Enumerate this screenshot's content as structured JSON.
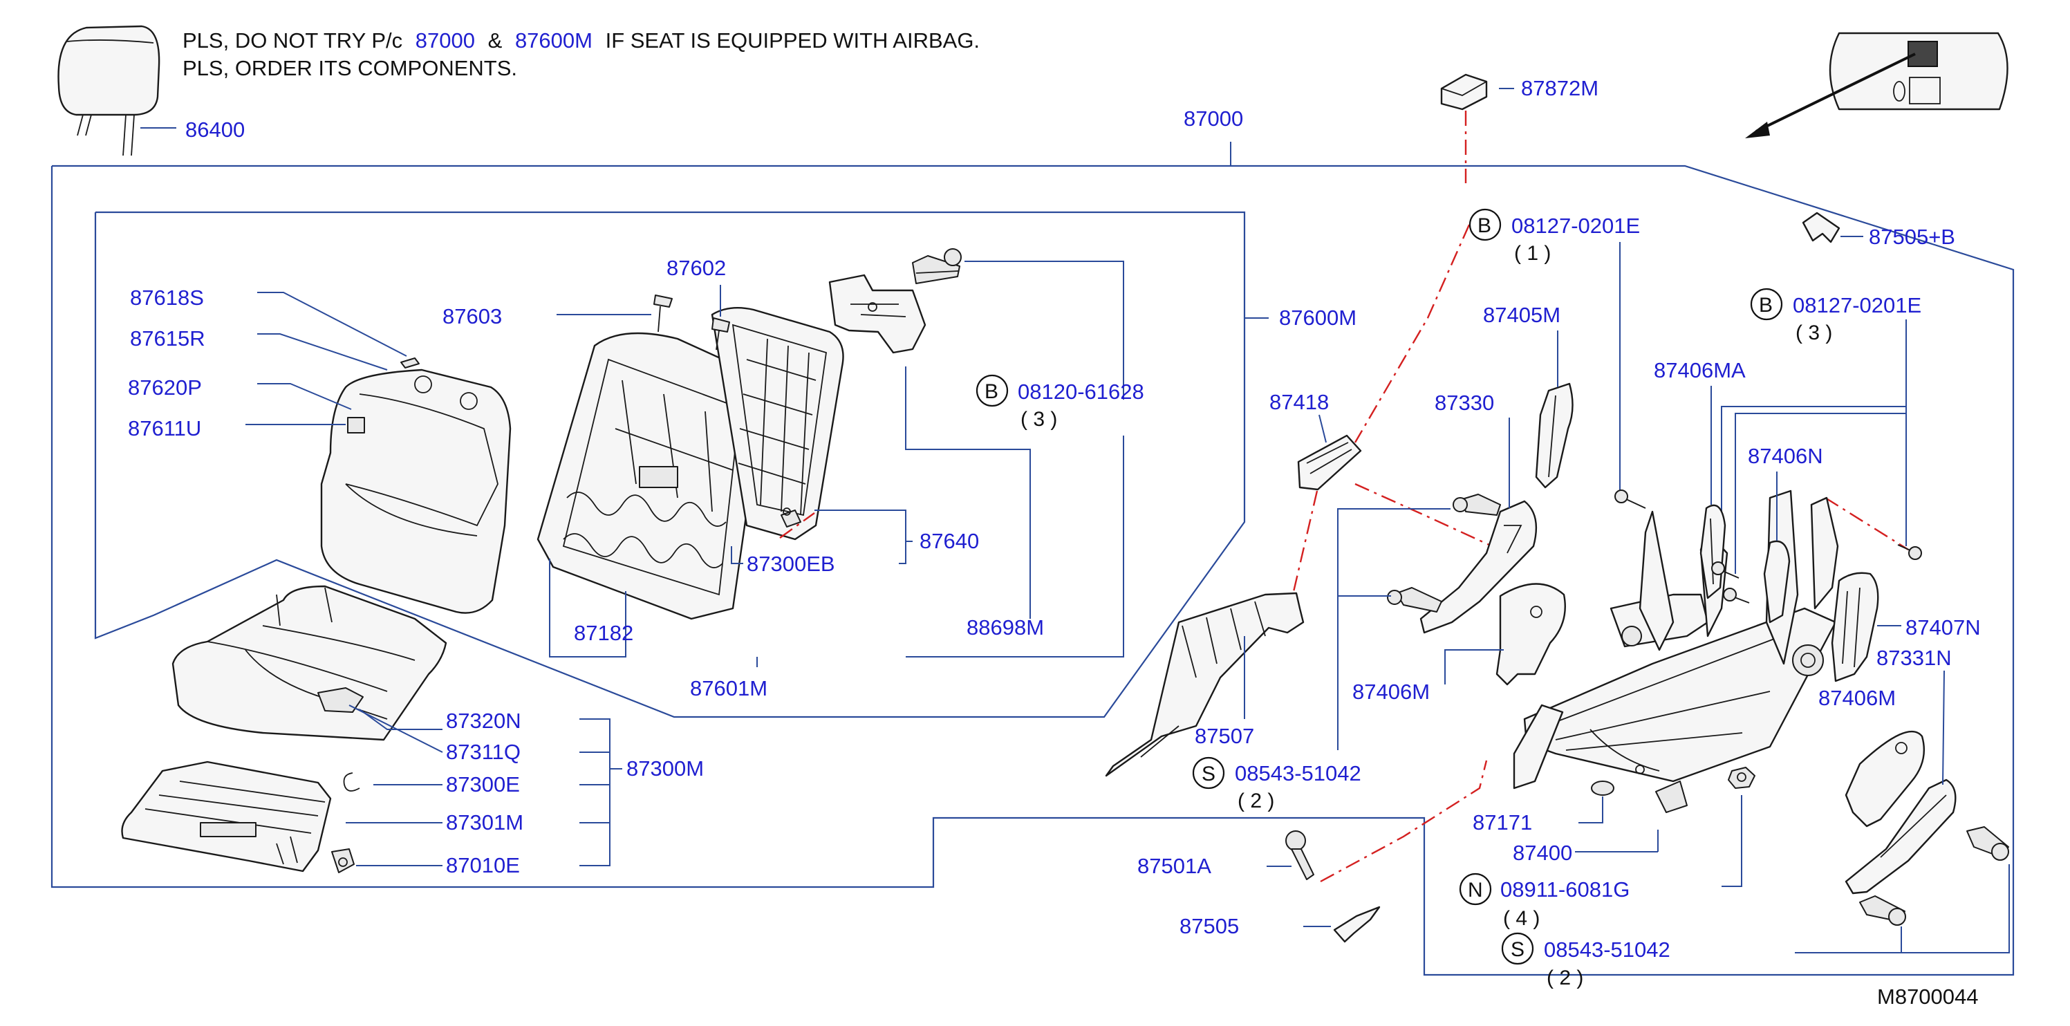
{
  "note": {
    "line1": {
      "prefix": "PLS,  DO  NOT  TRY  P/c",
      "part_a": "87000",
      "amp": "&",
      "part_b": "87600M",
      "suffix": "IF  SEAT  IS  EQUIPPED  WITH  AIRBAG."
    },
    "line2": "PLS,  ORDER  ITS  COMPONENTS."
  },
  "labels": {
    "p86400": "86400",
    "p87000": "87000",
    "p87872M": "87872M",
    "p87505B": "87505+B",
    "p87618S": "87618S",
    "p87615R": "87615R",
    "p87620P": "87620P",
    "p87611U": "87611U",
    "p87603": "87603",
    "p87602": "87602",
    "p87600M": "87600M",
    "p87640": "87640",
    "p87300EB": "87300EB",
    "p87182": "87182",
    "p88698M": "88698M",
    "p87601M": "87601M",
    "p87320N": "87320N",
    "p87311Q": "87311Q",
    "p87300E": "87300E",
    "p87300M": "87300M",
    "p87301M": "87301M",
    "p87010E": "87010E",
    "p87418": "87418",
    "p87405M": "87405M",
    "p87330": "87330",
    "p87406MA": "87406MA",
    "p87406N": "87406N",
    "p87407N": "87407N",
    "p87331N": "87331N",
    "p87406M_a": "87406M",
    "p87406M_b": "87406M",
    "p87507": "87507",
    "p87171": "87171",
    "p87400": "87400",
    "p87501A": "87501A",
    "p87505": "87505"
  },
  "callouts": {
    "b1": {
      "letter": "B",
      "part": "08120-61628",
      "qty": "(  3  )"
    },
    "b2": {
      "letter": "B",
      "part": "08127-0201E",
      "qty": "(  1  )"
    },
    "b3": {
      "letter": "B",
      "part": "08127-0201E",
      "qty": "(  3  )"
    },
    "s1": {
      "letter": "S",
      "part": "08543-51042",
      "qty": "(  2  )"
    },
    "n1": {
      "letter": "N",
      "part": "08911-6081G",
      "qty": "(  4  )"
    },
    "s2": {
      "letter": "S",
      "part": "08543-51042",
      "qty": "(  2  )"
    }
  },
  "figure_code": "M8700044",
  "colors": {
    "label": "#1f1fd0",
    "frame": "#2a4a9a",
    "centerline": "#d42020",
    "ink": "#1a1a1a"
  }
}
